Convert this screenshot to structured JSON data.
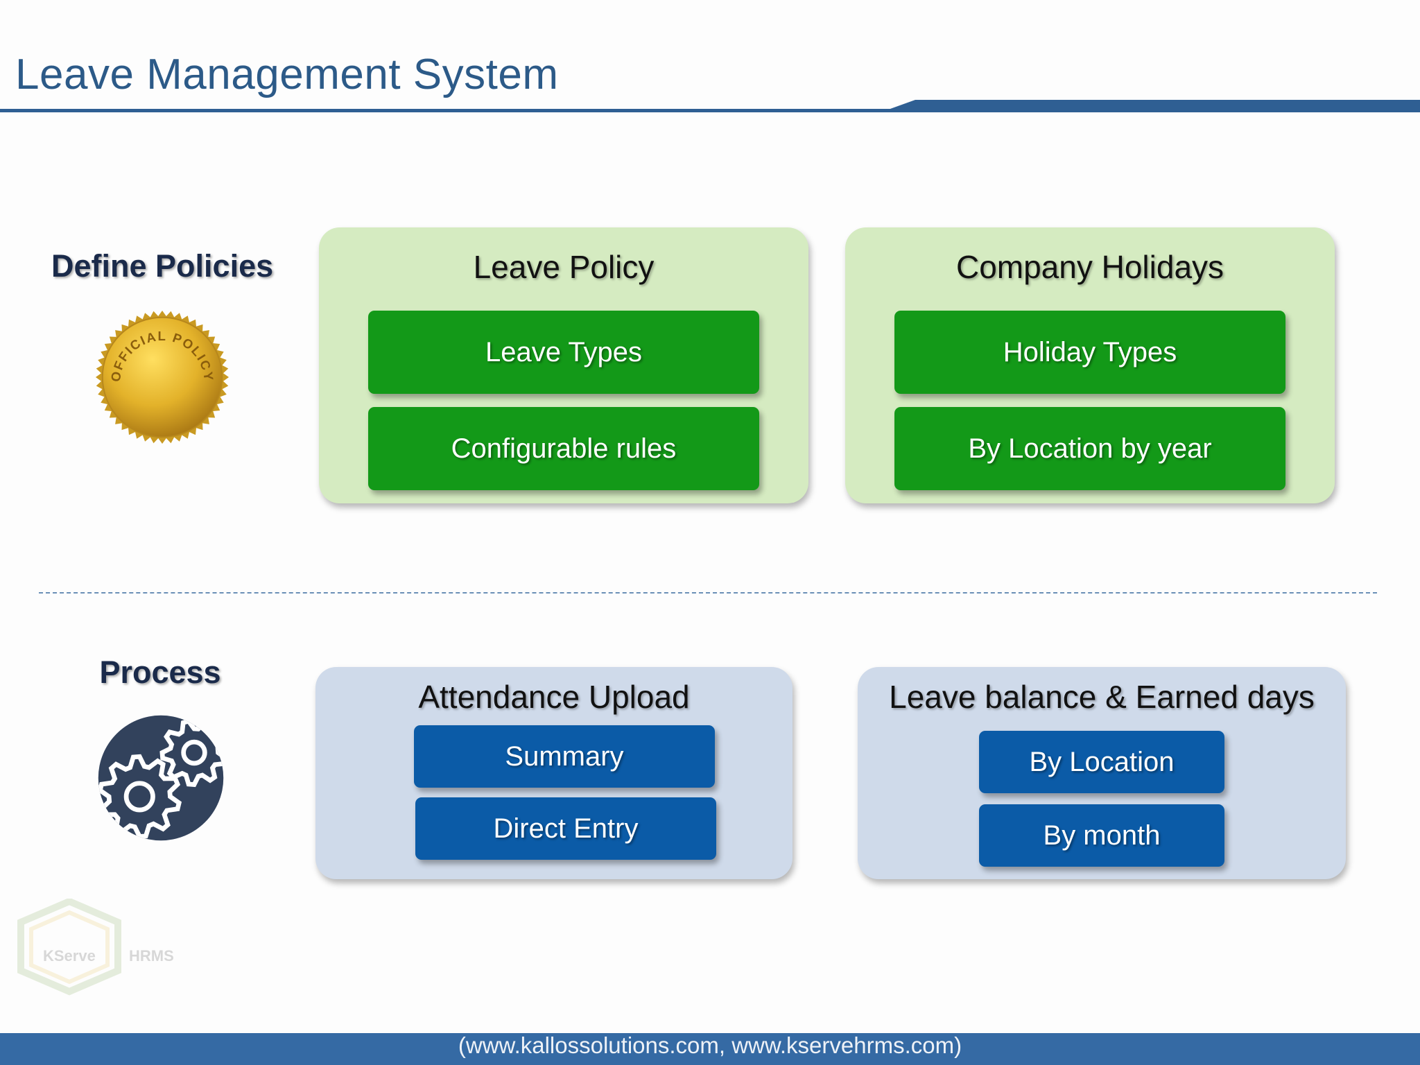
{
  "header": {
    "title": "Leave Management System"
  },
  "sections": {
    "define": {
      "label": "Define Policies",
      "seal_text": "OFFICIAL POLICY",
      "cards": [
        {
          "title": "Leave Policy",
          "buttons": [
            "Leave Types",
            "Configurable rules"
          ]
        },
        {
          "title": "Company Holidays",
          "buttons": [
            "Holiday Types",
            "By Location by year"
          ]
        }
      ]
    },
    "process": {
      "label": "Process",
      "cards": [
        {
          "title": "Attendance Upload",
          "buttons": [
            "Summary",
            "Direct Entry"
          ]
        },
        {
          "title": "Leave balance & Earned days",
          "buttons": [
            "By Location",
            "By month"
          ]
        }
      ]
    }
  },
  "watermark": {
    "left": "KServe",
    "right": "HRMS"
  },
  "footer": {
    "text": "(www.kallossolutions.com, www.kservehrms.com)"
  },
  "colors": {
    "title": "#2c5a88",
    "green_card": "#d5ebc1",
    "green_button": "#139918",
    "blue_card": "#cfdaea",
    "blue_button": "#0b5ba7",
    "footer_bar": "#356aa4"
  }
}
